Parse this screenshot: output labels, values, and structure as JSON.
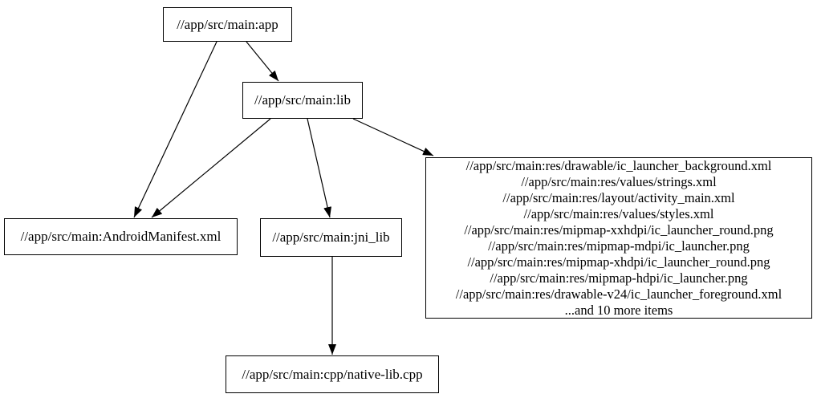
{
  "diagram": {
    "type": "dependency-graph",
    "colors": {
      "background": "#ffffff",
      "node_fill": "#ffffff",
      "node_border": "#000000",
      "edge": "#000000",
      "text": "#000000"
    },
    "nodes": {
      "app": {
        "label": "//app/src/main:app"
      },
      "lib": {
        "label": "//app/src/main:lib"
      },
      "android_manifest": {
        "label": "//app/src/main:AndroidManifest.xml"
      },
      "jni_lib": {
        "label": "//app/src/main:jni_lib"
      },
      "native_lib_cpp": {
        "label": "//app/src/main:cpp/native-lib.cpp"
      },
      "res_files": {
        "lines": [
          "//app/src/main:res/drawable/ic_launcher_background.xml",
          "//app/src/main:res/values/strings.xml",
          "//app/src/main:res/layout/activity_main.xml",
          "//app/src/main:res/values/styles.xml",
          "//app/src/main:res/mipmap-xxhdpi/ic_launcher_round.png",
          "//app/src/main:res/mipmap-mdpi/ic_launcher.png",
          "//app/src/main:res/mipmap-xhdpi/ic_launcher_round.png",
          "//app/src/main:res/mipmap-hdpi/ic_launcher.png",
          "//app/src/main:res/drawable-v24/ic_launcher_foreground.xml",
          "...and 10 more items"
        ]
      }
    },
    "edges": [
      {
        "from": "app",
        "to": "lib"
      },
      {
        "from": "app",
        "to": "android_manifest"
      },
      {
        "from": "lib",
        "to": "android_manifest"
      },
      {
        "from": "lib",
        "to": "jni_lib"
      },
      {
        "from": "lib",
        "to": "res_files"
      },
      {
        "from": "jni_lib",
        "to": "native_lib_cpp"
      }
    ]
  }
}
